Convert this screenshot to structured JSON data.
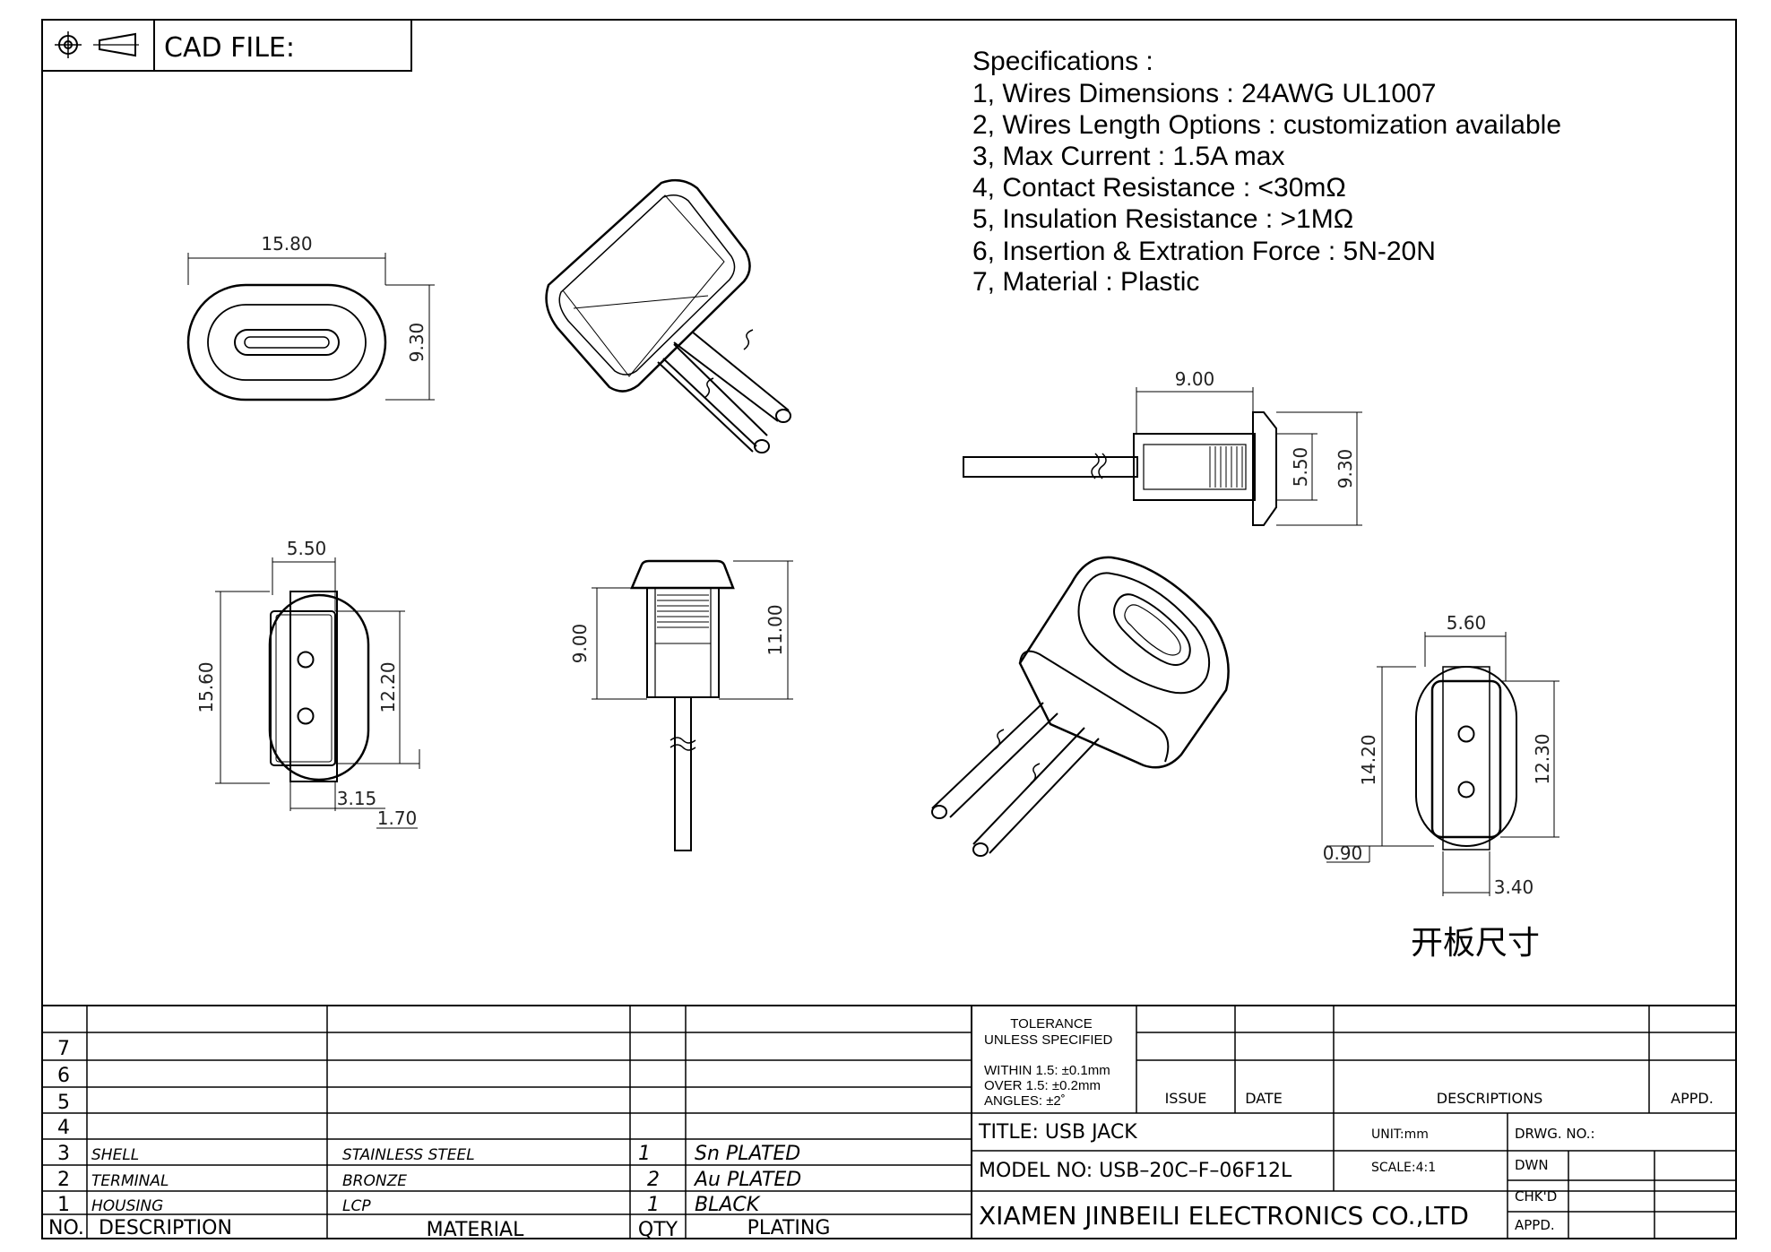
{
  "header": {
    "cad_label": "CAD FILE:"
  },
  "specifications": {
    "heading": "Specifications :",
    "items": [
      "1, Wires Dimensions : 24AWG UL1007",
      "2, Wires Length Options : customization available",
      "3, Max Current : 1.5A max",
      "4, Contact Resistance : <30mΩ",
      "5, Insulation Resistance : >1MΩ",
      "6, Insertion & Extration Force : 5N-20N",
      "7, Material : Plastic"
    ]
  },
  "dimensions": {
    "front_width": "15.80",
    "front_height": "9.30",
    "side_length": "9.00",
    "side_inner": "5.50",
    "side_outer": "9.30",
    "rear_width": "5.50",
    "rear_height": "15.60",
    "rear_inner": "12.20",
    "rear_a": "3.15",
    "rear_b": "1.70",
    "side2_a": "9.00",
    "side2_b": "11.00",
    "cut_width": "5.60",
    "cut_h1": "14.20",
    "cut_h2": "12.30",
    "cut_a": "0.90",
    "cut_b": "3.40",
    "cut_label": "开板尺寸"
  },
  "title_block": {
    "tolerance": {
      "line1": "TOLERANCE",
      "line2": "UNLESS SPECIFIED",
      "line3": "WITHIN 1.5: ±0.1mm",
      "line4": "OVER 1.5:  ±0.2mm",
      "line5": "ANGLES: ±2˚"
    },
    "revision_headers": {
      "issue": "ISSUE",
      "date": "DATE",
      "descriptions": "DESCRIPTIONS",
      "appd": "APPD."
    },
    "title": "TITLE:  USB  JACK",
    "model": "MODEL  NO: USB–20C–F–06F12L",
    "company": "XIAMEN JINBEILI ELECTRONICS CO.,LTD",
    "unit": "UNIT:mm",
    "scale": "SCALE:4:1",
    "drwg_no": "DRWG. NO.:",
    "dwn": "DWN",
    "chkd": "CHK'D",
    "appd": "APPD."
  },
  "bom": {
    "headers": {
      "no": "NO.",
      "description": "DESCRIPTION",
      "material": "MATERIAL",
      "qty": "QTY",
      "plating": "PLATING"
    },
    "row_numbers": [
      "7",
      "6",
      "5",
      "4"
    ],
    "rows": [
      {
        "no": "3",
        "description": "SHELL",
        "material": "STAINLESS  STEEL",
        "qty": "1",
        "plating": "Sn  PLATED"
      },
      {
        "no": "2",
        "description": "TERMINAL",
        "material": "BRONZE",
        "qty": "2",
        "plating": "Au  PLATED"
      },
      {
        "no": "1",
        "description": "HOUSING",
        "material": "LCP",
        "qty": "1",
        "plating": "BLACK"
      }
    ]
  }
}
